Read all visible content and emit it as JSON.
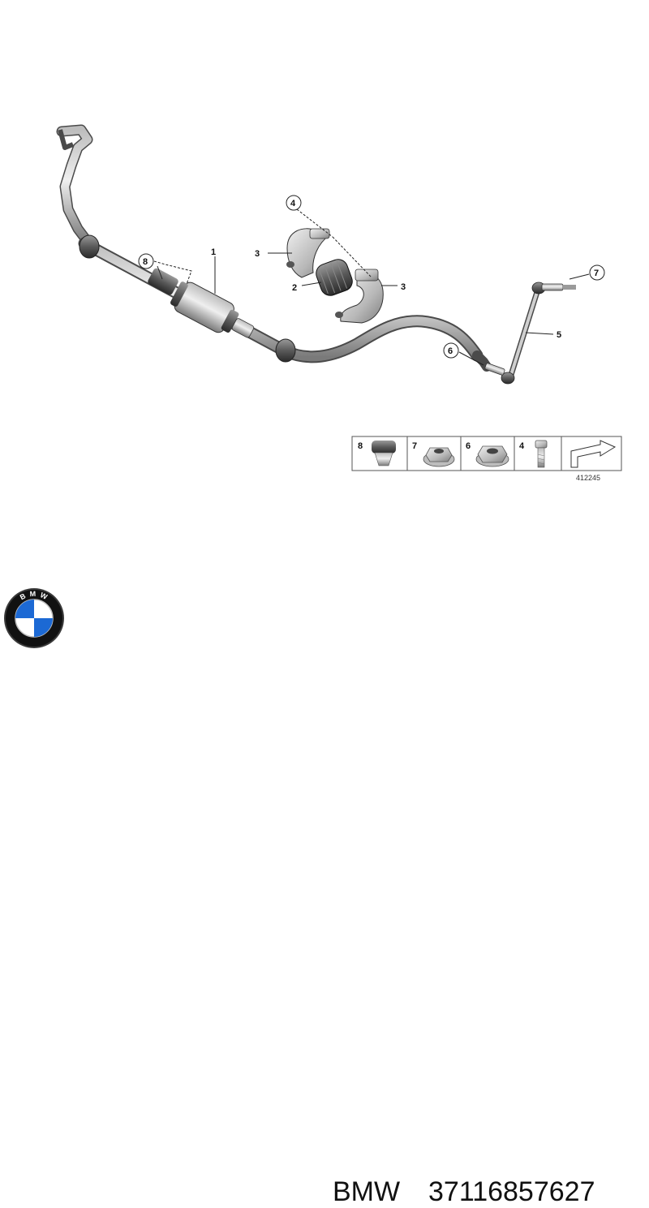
{
  "callouts": [
    {
      "id": "1",
      "label": "1"
    },
    {
      "id": "2",
      "label": "2"
    },
    {
      "id": "3a",
      "label": "3"
    },
    {
      "id": "3b",
      "label": "3"
    },
    {
      "id": "4",
      "label": "4"
    },
    {
      "id": "5",
      "label": "5"
    },
    {
      "id": "6",
      "label": "6"
    },
    {
      "id": "7",
      "label": "7"
    },
    {
      "id": "8",
      "label": "8"
    }
  ],
  "legend": {
    "items": [
      {
        "label": "8",
        "icon": "rubber-buffer-icon"
      },
      {
        "label": "7",
        "icon": "collar-nut-icon"
      },
      {
        "label": "6",
        "icon": "self-locking-nut-icon"
      },
      {
        "label": "4",
        "icon": "bolt-icon"
      }
    ],
    "reference": "412245"
  },
  "caption": {
    "brand": "BMW",
    "part_number": "37116857627",
    "logo_text": "B M W"
  },
  "colors": {
    "line": "#222222",
    "part_dark": "#6e6e6e",
    "part_light": "#d4d4d4",
    "logo_blue": "#1c69d4",
    "logo_ring": "#111111"
  }
}
